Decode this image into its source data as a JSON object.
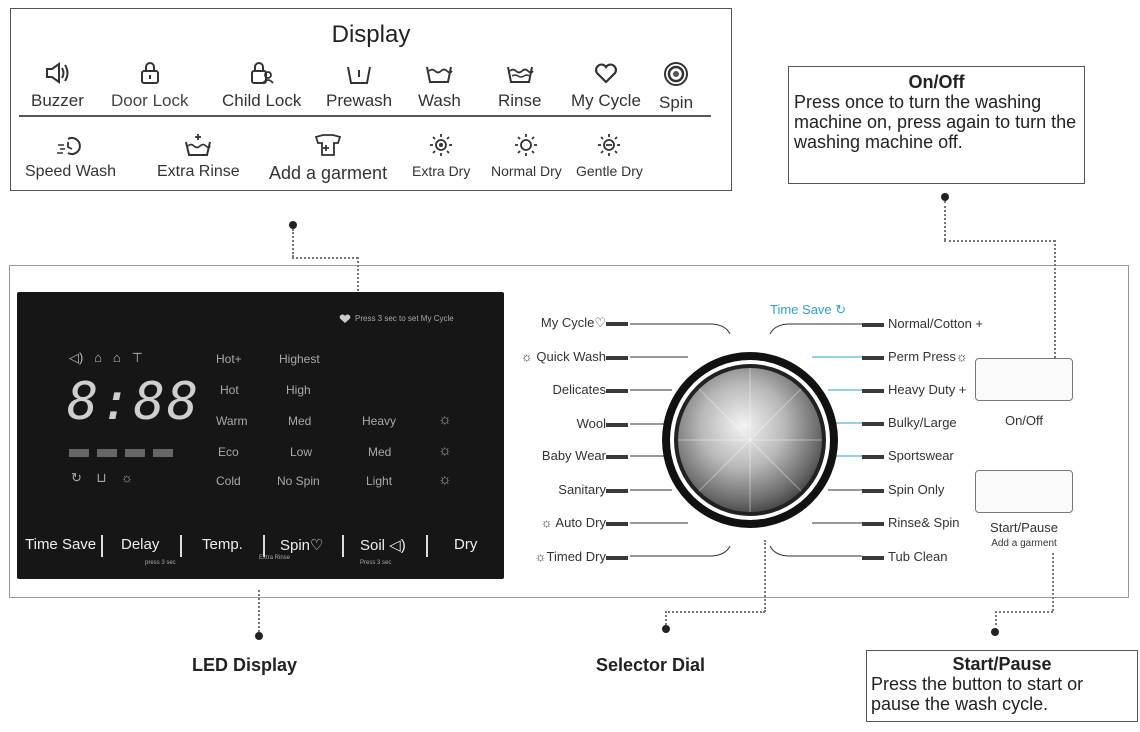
{
  "display_legend": {
    "title": "Display",
    "row1": [
      {
        "label": "Buzzer",
        "icon": "buzzer-icon"
      },
      {
        "label": "Door Lock",
        "icon": "door-lock-icon"
      },
      {
        "label": "Child Lock",
        "icon": "child-lock-icon"
      },
      {
        "label": "Prewash",
        "icon": "prewash-icon"
      },
      {
        "label": "Wash",
        "icon": "wash-icon"
      },
      {
        "label": "Rinse",
        "icon": "rinse-icon"
      },
      {
        "label": "My Cycle",
        "icon": "heart-icon"
      },
      {
        "label": "Spin",
        "icon": "spin-icon"
      }
    ],
    "row2": [
      {
        "label": "Speed Wash",
        "icon": "speed-wash-icon"
      },
      {
        "label": "Extra Rinse",
        "icon": "extra-rinse-icon"
      },
      {
        "label": "Add a garment",
        "icon": "add-garment-icon"
      },
      {
        "label": "Extra Dry",
        "icon": "extra-dry-icon"
      },
      {
        "label": "Normal Dry",
        "icon": "normal-dry-icon"
      },
      {
        "label": "Gentle Dry",
        "icon": "gentle-dry-icon"
      }
    ]
  },
  "onoff_info": {
    "heading": "On/Off",
    "body": "Press once to turn the washing machine on, press again to turn the washing machine off."
  },
  "startpause_info": {
    "heading": "Start/Pause",
    "body": "Press the button to start or pause the wash cycle."
  },
  "callouts": {
    "led": "LED Display",
    "dial": "Selector Dial"
  },
  "lcd": {
    "my_cycle_hint": "Press 3 sec to set My Cycle",
    "digits": "8:88",
    "temp_col": [
      "Hot+",
      "Hot",
      "Warm",
      "Eco",
      "Cold"
    ],
    "spin_col": [
      "Highest",
      "High",
      "Med",
      "Low",
      "No Spin"
    ],
    "soil_col": [
      "Heavy",
      "Med",
      "Light"
    ],
    "buttons": [
      "Time Save",
      "Delay",
      "Temp.",
      "Spin♡",
      "Soil ◁)",
      "Dry"
    ],
    "sub_hint_1": "press 3 sec",
    "sub_hint_2": "Extra Rinse",
    "sub_hint_3": "Press 3 sec"
  },
  "programs_left": [
    "My Cycle♡",
    "Quick Wash",
    "Delicates",
    "Wool",
    "Baby Wear",
    "Sanitary",
    "Auto Dry",
    "Timed Dry"
  ],
  "programs_right": [
    "Normal/Cotton +",
    "Perm Press",
    "Heavy Duty +",
    "Bulky/Large",
    "Sportswear",
    "Spin Only",
    "Rinse& Spin",
    "Tub Clean"
  ],
  "time_save_label": "Time Save",
  "onoff_button_label": "On/Off",
  "startpause_button_label": "Start/Pause",
  "add_garment_label": "Add a garment",
  "colors": {
    "accent": "#2aa3c9",
    "lcd_bg": "#161616"
  }
}
